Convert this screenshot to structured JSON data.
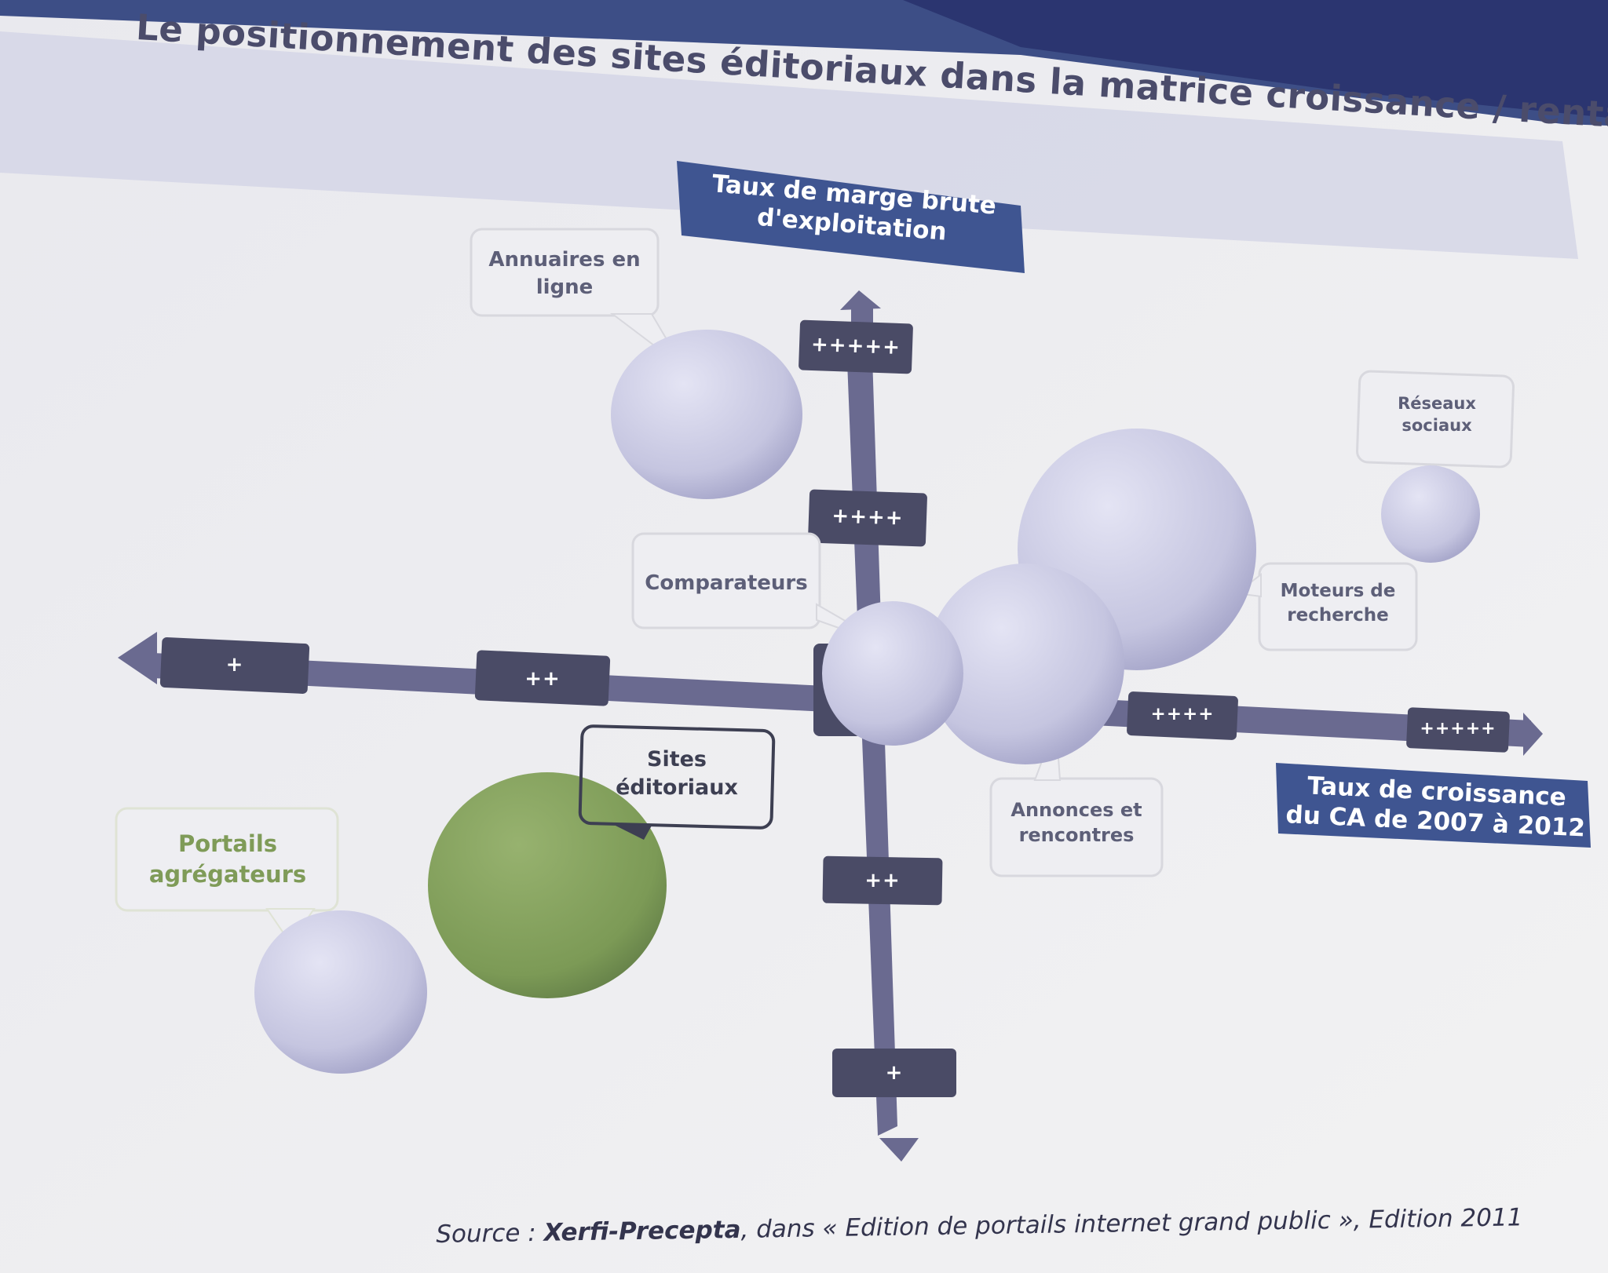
{
  "title": "Le positionnement des sites éditoriaux dans la matrice croissance / rentabilité",
  "y_axis_title": {
    "line1": "Taux de marge brute",
    "line2": "d'exploitation"
  },
  "x_axis_title": {
    "line1": "Taux de croissance",
    "line2": "du CA de 2007 à 2012"
  },
  "y_ticks": [
    "+++++",
    "++++",
    "++",
    "+"
  ],
  "x_ticks": [
    "+",
    "++",
    "++++",
    "+++++"
  ],
  "labels": {
    "annuaires": "Annuaires en ligne",
    "comparateurs": "Comparateurs",
    "reseaux": "Réseaux sociaux",
    "moteurs": "Moteurs de recherche",
    "sites": "Sites éditoriaux",
    "annonces": "Annonces et rencontres",
    "portails": "Portails agrégateurs"
  },
  "label_lines": {
    "annuaires": [
      "Annuaires en",
      "ligne"
    ],
    "reseaux": [
      "Réseaux",
      "sociaux"
    ],
    "moteurs": [
      "Moteurs de",
      "recherche"
    ],
    "sites": [
      "Sites",
      "éditoriaux"
    ],
    "annonces": [
      "Annonces et",
      "rencontres"
    ],
    "portails": [
      "Portails",
      "agrégateurs"
    ]
  },
  "source": {
    "prefix": "Source : ",
    "author": "Xerfi-Precepta",
    "rest": ", dans « Edition de portails internet grand public », Edition 2011"
  },
  "colors": {
    "bubble": "#c9c9e2",
    "highlight_bubble": "#82a05c",
    "axis": "#6b6b92",
    "tick_box": "#4a4b66",
    "axis_title_box": "#3f5591"
  }
}
